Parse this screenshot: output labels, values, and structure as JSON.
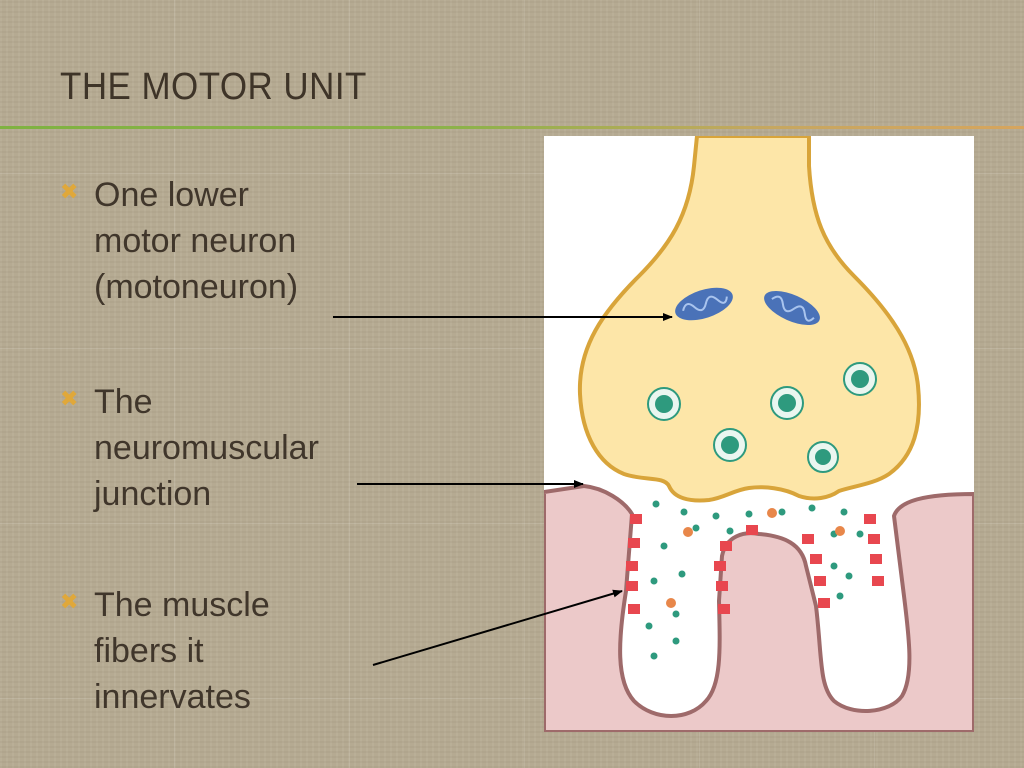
{
  "slide": {
    "title": "THE MOTOR UNIT"
  },
  "bullets": [
    {
      "text": "One lower\nmotor neuron\n(motoneuron)"
    },
    {
      "text": "The\nneuromuscular\njunction"
    },
    {
      "text": "The muscle\nfibers it\ninnervates"
    }
  ],
  "icons": {
    "bullet": "x-mark-icon"
  },
  "colors": {
    "title": "#3e3428",
    "bullet_icon": "#e0a83a",
    "rule_green": "#7fb241",
    "rule_orange": "#d6a55e",
    "neuron_fill": "#fde6a8",
    "neuron_outline": "#d8a43a",
    "muscle_fill": "#ecc9c9",
    "muscle_outline": "#9e6a6a",
    "receptor": "#e8474f",
    "vesicle": "#2e9a7e",
    "mitochondria": "#4a72b8"
  }
}
